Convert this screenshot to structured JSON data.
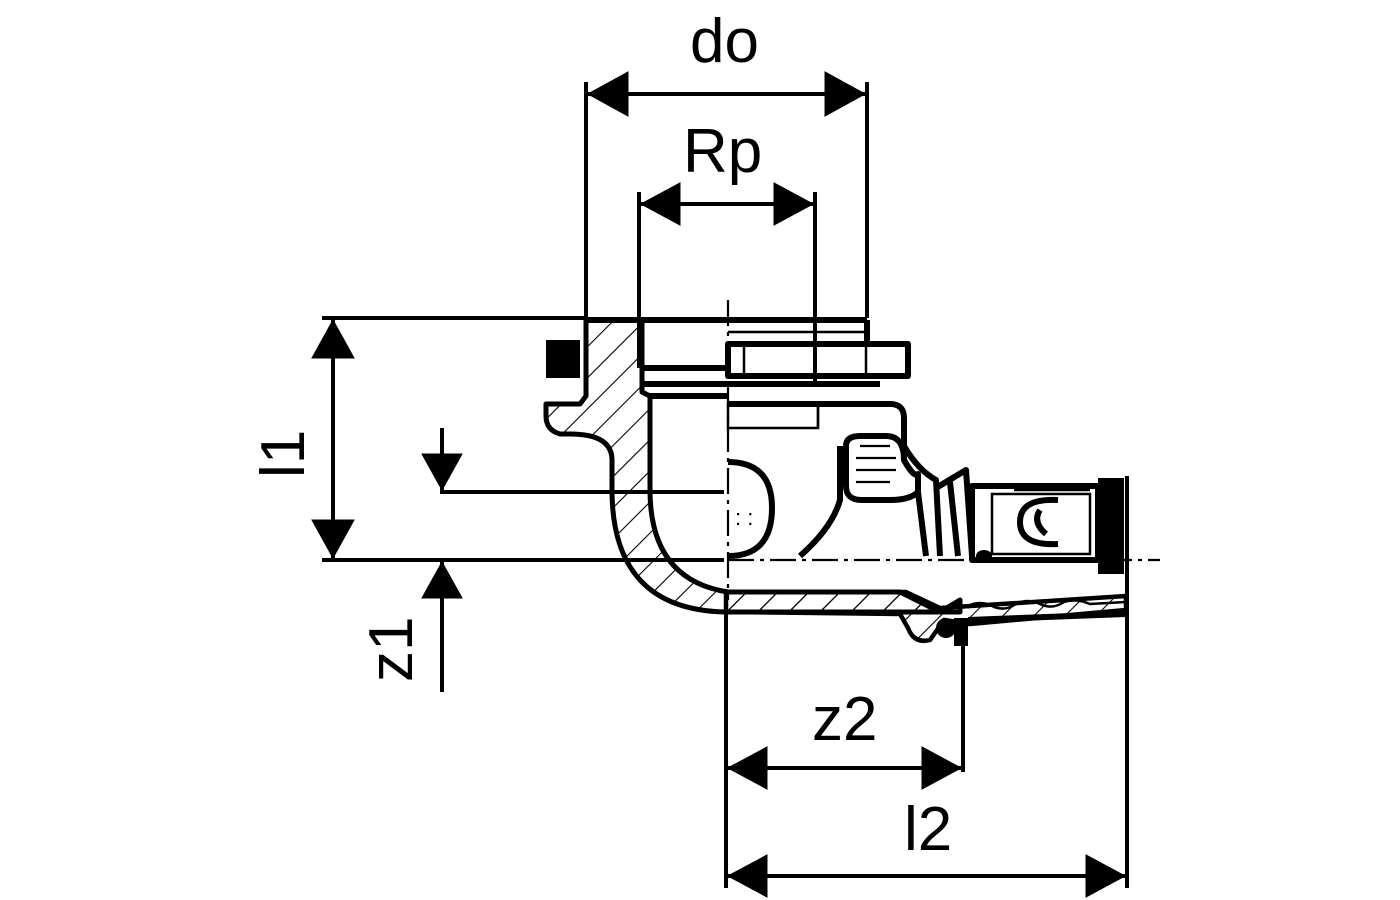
{
  "dimensions": {
    "do": "do",
    "rp": "Rp",
    "l1": "l1",
    "z1": "z1",
    "z2": "z2",
    "l2": "l2"
  },
  "colors": {
    "line": "#000000",
    "background": "#ffffff"
  }
}
